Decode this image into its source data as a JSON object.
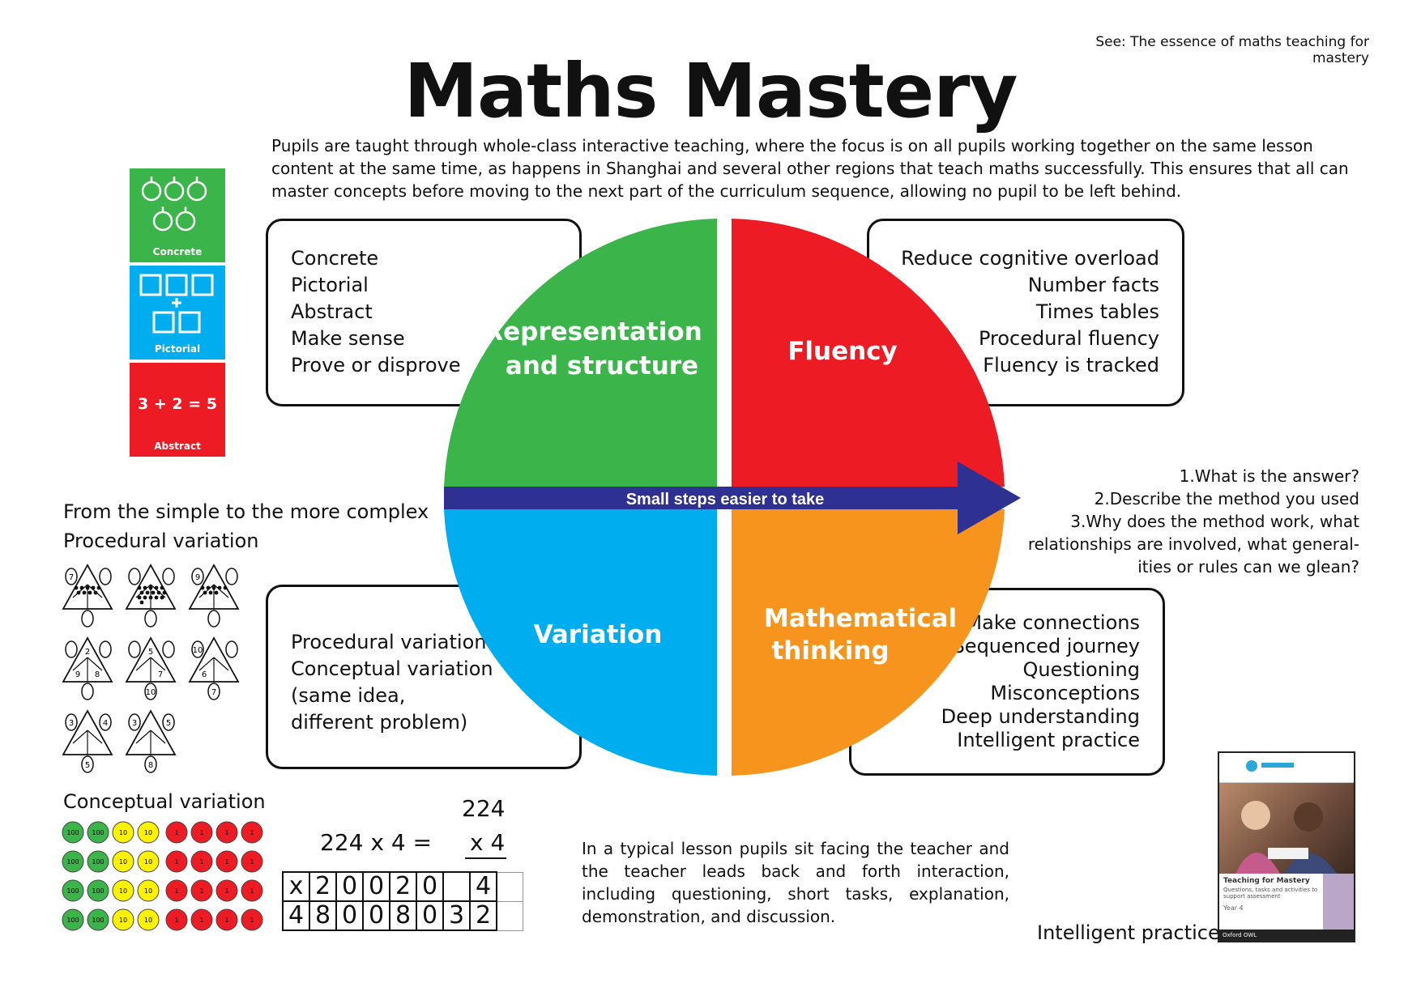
{
  "header": {
    "see_note": "See: The essence of maths teaching for mastery",
    "title": "Maths Mastery",
    "intro": "Pupils are taught through whole-class interactive teaching, where the focus is on all pupils working together on the same lesson content at the same time, as happens in Shanghai and several other regions that teach maths successfully. This ensures that all can master concepts before moving to the next part of the curriculum sequence, allowing no pupil to be left behind."
  },
  "colors": {
    "green": "#3bb54a",
    "red": "#ed1c24",
    "blue": "#00adef",
    "orange": "#f7941d",
    "arrow": "#2e3192"
  },
  "wheel": {
    "representation": [
      "Representation",
      "and structure"
    ],
    "fluency": "Fluency",
    "variation": "Variation",
    "thinking": [
      "Mathematical",
      "thinking"
    ],
    "arrow_label": "Small steps easier to take"
  },
  "boxes": {
    "representation": [
      "Concrete",
      "Pictorial",
      "Abstract",
      "Make sense",
      "Prove or disprove"
    ],
    "fluency": [
      "Reduce cognitive overload",
      "Number facts",
      "Times tables",
      "Procedural fluency",
      "Fluency is tracked"
    ],
    "variation": [
      "Procedural variation",
      "Conceptual variation",
      "(same idea,",
      "different problem)"
    ],
    "thinking": [
      "Make connections",
      "Sequenced journey",
      "Questioning",
      "Misconceptions",
      "Deep understanding",
      "Intelligent practice"
    ]
  },
  "questions": [
    "1.What is the answer?",
    "2.Describe the method you used",
    "3.Why does the method work, what",
    "relationships are involved, what general-",
    "ities or rules can we glean?"
  ],
  "cpa_tiles": {
    "concrete": "Concrete",
    "pictorial": "Pictorial",
    "abstract_eq": "3 + 2 = 5",
    "abstract": "Abstract"
  },
  "left_labels": {
    "simple_complex": "From the simple to the more complex",
    "procedural": "Procedural variation",
    "conceptual": "Conceptual variation"
  },
  "triangles": [
    {
      "corners": [
        "7",
        "",
        ""
      ],
      "dots": 9
    },
    {
      "corners": [
        "",
        "",
        ""
      ],
      "dots": 16
    },
    {
      "corners": [
        "9",
        "",
        ""
      ],
      "dots": 8
    },
    {
      "corners": [
        "",
        "",
        ""
      ],
      "inner": [
        "2",
        "9",
        "8"
      ],
      "dots": 0
    },
    {
      "corners": [
        "",
        "",
        "10"
      ],
      "inner": [
        "5",
        "",
        "7"
      ],
      "dots": 0
    },
    {
      "corners": [
        "10",
        "",
        "7"
      ],
      "inner": [
        "",
        "6",
        ""
      ],
      "dots": 0
    },
    {
      "corners": [
        "3",
        "4",
        "5"
      ],
      "dots": 0
    },
    {
      "corners": [
        "3",
        "5",
        "8"
      ],
      "dots": 0
    }
  ],
  "counters": {
    "rows": 4,
    "labels": [
      "100",
      "100",
      "10",
      "10",
      "1",
      "1",
      "1",
      "1"
    ]
  },
  "calc": {
    "equation": "224 x 4 =",
    "top": "224",
    "mult": "x 4",
    "grid_top": [
      "x",
      "2",
      "0",
      "0",
      "2",
      "0",
      "",
      "4"
    ],
    "grid_bottom": [
      "4",
      "8",
      "0",
      "0",
      "8",
      "0",
      "3",
      "2"
    ]
  },
  "lesson_text": "In a typical lesson pupils sit facing the teacher and the teacher leads back and forth interaction, including questioning, short tasks, explanation, demonstration, and discussion.",
  "practice_label": "Intelligent practice",
  "book": {
    "title": "Teaching for Mastery",
    "subtitle": "Questions, tasks and activities to support assessment",
    "year": "Year 4",
    "publisher": "Oxford OWL"
  }
}
